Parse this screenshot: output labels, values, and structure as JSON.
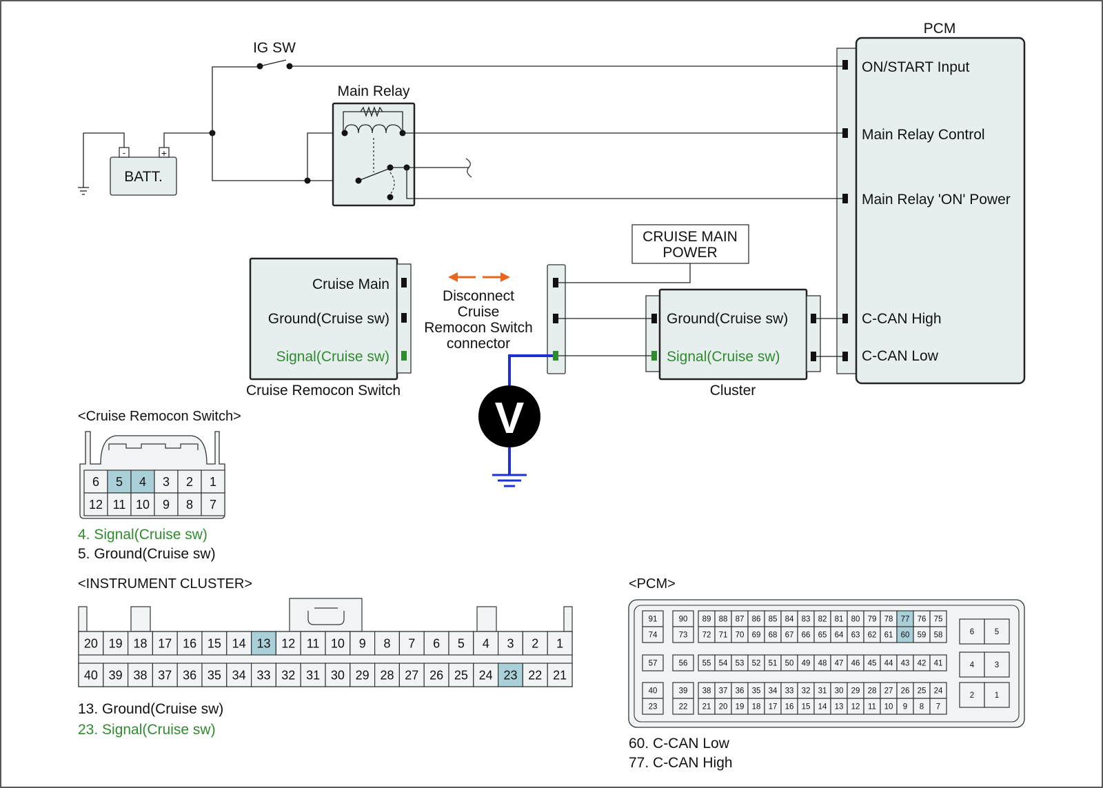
{
  "labels": {
    "pcm_title": "PCM",
    "ig_sw": "IG SW",
    "main_relay": "Main Relay",
    "batt": "BATT.",
    "batt_minus": "-",
    "batt_plus": "+",
    "pcm_pins": [
      "ON/START Input",
      "Main Relay Control",
      "Main Relay 'ON' Power",
      "C-CAN High",
      "C-CAN Low"
    ],
    "cruise_main_power": [
      "CRUISE MAIN",
      "POWER"
    ],
    "remocon_pins": [
      "Cruise Main",
      "Ground(Cruise sw)",
      "Signal(Cruise sw)"
    ],
    "remocon_title": "Cruise Remocon Switch",
    "disconnect": [
      "Disconnect",
      "Cruise",
      "Remocon Switch",
      "connector"
    ],
    "cluster_pins": [
      "Ground(Cruise sw)",
      "Signal(Cruise sw)"
    ],
    "cluster_title": "Cluster",
    "voltmeter": "V"
  },
  "connectors": {
    "remocon": {
      "title": "<Cruise Remocon Switch>",
      "row1": [
        "6",
        "5",
        "4",
        "3",
        "2",
        "1"
      ],
      "row2": [
        "12",
        "11",
        "10",
        "9",
        "8",
        "7"
      ],
      "highlighted": [
        "5",
        "4"
      ],
      "legend": [
        "4. Signal(Cruise sw)",
        "5. Ground(Cruise sw)"
      ]
    },
    "cluster": {
      "title": "<INSTRUMENT CLUSTER>",
      "row1": [
        "20",
        "19",
        "18",
        "17",
        "16",
        "15",
        "14",
        "13",
        "12",
        "11",
        "10",
        "9",
        "8",
        "7",
        "6",
        "5",
        "4",
        "3",
        "2",
        "1"
      ],
      "row2": [
        "40",
        "39",
        "38",
        "37",
        "36",
        "35",
        "34",
        "33",
        "32",
        "31",
        "30",
        "29",
        "28",
        "27",
        "26",
        "25",
        "24",
        "23",
        "22",
        "21"
      ],
      "highlighted": [
        "13",
        "23"
      ],
      "legend": [
        "13. Ground(Cruise sw)",
        "23. Signal(Cruise sw)"
      ]
    },
    "pcm": {
      "title": "<PCM>",
      "singles_left": [
        [
          "91",
          "74"
        ],
        [
          "57"
        ],
        [
          "40",
          "23"
        ]
      ],
      "singles_mid": [
        [
          "90",
          "73"
        ],
        [
          "56"
        ],
        [
          "39",
          "22"
        ]
      ],
      "main_rows": [
        [
          "89",
          "88",
          "87",
          "86",
          "85",
          "84",
          "83",
          "82",
          "81",
          "80",
          "79",
          "78",
          "77",
          "76",
          "75"
        ],
        [
          "72",
          "71",
          "70",
          "69",
          "68",
          "67",
          "66",
          "65",
          "64",
          "63",
          "62",
          "61",
          "60",
          "59",
          "58"
        ],
        [
          "55",
          "54",
          "53",
          "52",
          "51",
          "50",
          "49",
          "48",
          "47",
          "46",
          "45",
          "44",
          "43",
          "42",
          "41"
        ],
        [
          "38",
          "37",
          "36",
          "35",
          "34",
          "33",
          "32",
          "31",
          "30",
          "29",
          "28",
          "27",
          "26",
          "25",
          "24"
        ],
        [
          "21",
          "20",
          "19",
          "18",
          "17",
          "16",
          "15",
          "14",
          "13",
          "12",
          "11",
          "10",
          "9",
          "8",
          "7"
        ]
      ],
      "right_pairs": [
        [
          "6",
          "5"
        ],
        [
          "4",
          "3"
        ],
        [
          "2",
          "1"
        ]
      ],
      "highlighted": [
        "77",
        "60"
      ],
      "legend": [
        "60. C-CAN Low",
        "77. C-CAN High"
      ]
    }
  },
  "colors": {
    "signal_text": "#2e8b2e",
    "highlight": "#a9cfd8",
    "box_fill": "#e6eeee",
    "measure_wire": "#1f2fd6",
    "disconnect_arrow": "#e8671f"
  }
}
